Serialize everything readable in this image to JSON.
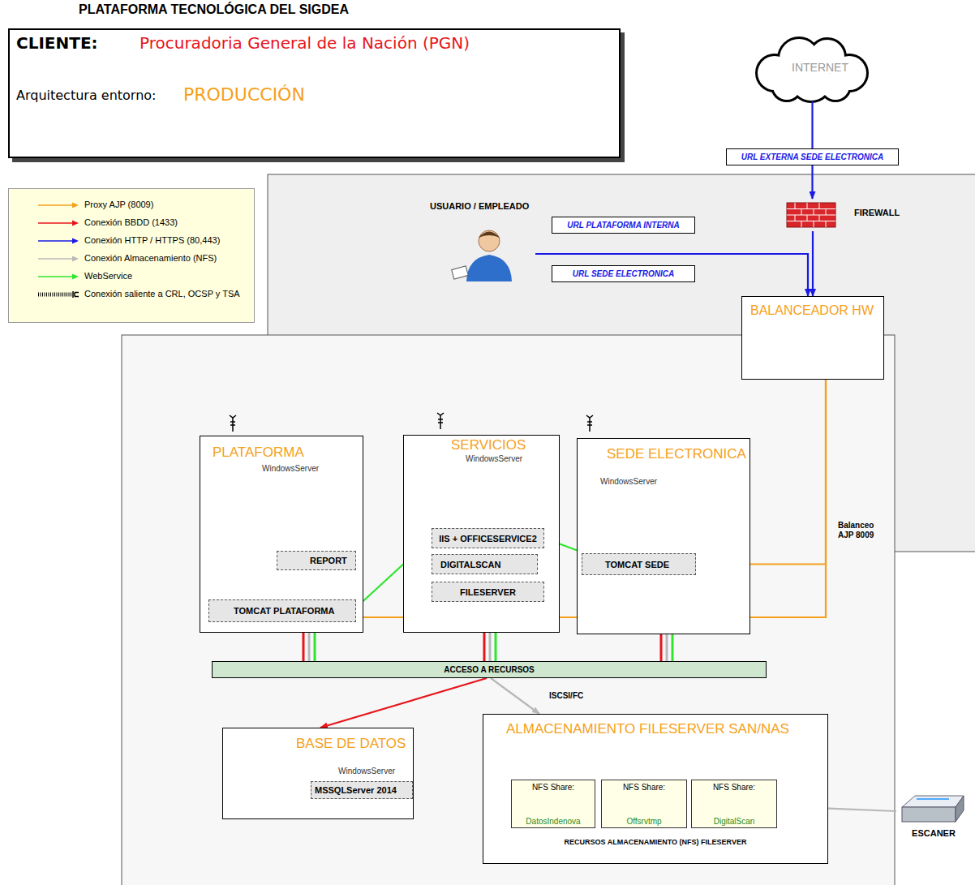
{
  "diagram": {
    "title": "PLATAFORMA TECNOLÓGICA DEL SIGDEA",
    "nodes": [
      {
        "text": [
          "CLIENTE:",
          "Procuradoria General de la Nación (PGN)",
          "Arquitectura entorno:",
          "PRODUCCIÓN"
        ]
      },
      {
        "text": [
          "INTERNET"
        ]
      },
      {
        "text": [
          "URL EXTERNA SEDE ELECTRONICA"
        ]
      },
      {
        "text": [
          "USUARIO / EMPLEADO"
        ]
      },
      {
        "text": [
          "URL PLATAFORMA INTERNA"
        ]
      },
      {
        "text": [
          "URL SEDE ELECTRONICA"
        ]
      },
      {
        "text": [
          "FIREWALL"
        ]
      },
      {
        "text": [
          "BALANCEADOR HW"
        ]
      },
      {
        "text": [
          "PLATAFORMA",
          "WindowsServer"
        ]
      },
      {
        "text": [
          "REPORT"
        ],
        "in": 8
      },
      {
        "text": [
          "TOMCAT PLATAFORMA"
        ],
        "in": 8
      },
      {
        "text": [
          "SERVICIOS",
          "WindowsServer"
        ]
      },
      {
        "text": [
          "IIS + OFFICESERVICE2"
        ],
        "in": 11
      },
      {
        "text": [
          "DIGITALSCAN"
        ],
        "in": 11
      },
      {
        "text": [
          "FILESERVER"
        ],
        "in": 11
      },
      {
        "text": [
          "SEDE ELECTRONICA",
          "WindowsServer"
        ]
      },
      {
        "text": [
          "TOMCAT SEDE"
        ],
        "in": 15
      },
      {
        "text": [
          "ACCESO A RECURSOS"
        ]
      },
      {
        "text": [
          "BASE DE DATOS",
          "WindowsServer"
        ]
      },
      {
        "text": [
          "MSSQLServer 2014"
        ],
        "in": 18
      },
      {
        "text": [
          "ALMACENAMIENTO FILESERVER SAN/NAS",
          "RECURSOS ALMACENAMIENTO (NFS) FILESERVER"
        ]
      },
      {
        "text": [
          "NFS Share:",
          "DatosIndenova"
        ],
        "in": 20
      },
      {
        "text": [
          "NFS Share:",
          "Offsrvtmp"
        ],
        "in": 20
      },
      {
        "text": [
          "NFS Share:",
          "DigitalScan"
        ],
        "in": 20
      },
      {
        "text": [
          "ESCANER"
        ]
      }
    ],
    "edges": [
      {
        "from": 1,
        "to": 2,
        "arrow": "none"
      },
      {
        "from": 2,
        "to": 6,
        "arrow": "to"
      },
      {
        "from": 3,
        "to": 7,
        "arrow": "to"
      },
      {
        "from": 6,
        "to": 7,
        "arrow": "to"
      },
      {
        "from": 7,
        "to": 16,
        "arrow": "to"
      },
      {
        "from": 7,
        "to": 10,
        "arrow": "to"
      },
      {
        "from": 10,
        "to": 9,
        "arrow": "to"
      },
      {
        "from": 10,
        "to": 12,
        "arrow": "to"
      },
      {
        "from": 16,
        "to": 12,
        "arrow": "to"
      },
      {
        "from": 8,
        "to": 17,
        "arrow": "none"
      },
      {
        "from": 11,
        "to": 17,
        "arrow": "none"
      },
      {
        "from": 15,
        "to": 17,
        "arrow": "none"
      },
      {
        "from": 17,
        "to": 18,
        "arrow": "to"
      },
      {
        "from": 17,
        "to": 20,
        "label": "ISCSI/FC",
        "arrow": "to"
      },
      {
        "from": 24,
        "to": 23,
        "arrow": "to"
      }
    ],
    "labels": [
      "Balanceo AJP 8009"
    ],
    "legend": [
      {
        "text": "Proxy AJP (8009)"
      },
      {
        "text": "Conexión BBDD (1433)"
      },
      {
        "text": "Conexión HTTP / HTTPS (80,443)"
      },
      {
        "text": "Conexión Almacenamiento (NFS)"
      },
      {
        "text": "WebService"
      },
      {
        "text": "Conexión saliente a CRL, OCSP y TSA"
      }
    ]
  }
}
